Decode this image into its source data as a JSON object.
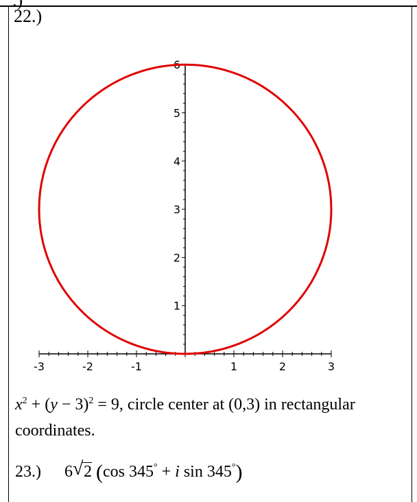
{
  "header_fragment": ".)",
  "problem22": {
    "label": "22.)",
    "caption_pre": "x",
    "caption_exp1": "2",
    "caption_mid": " + (",
    "caption_y": "y",
    "caption_mid2": " − 3)",
    "caption_exp2": "2",
    "caption_eq": " = 9",
    "caption_text": ", circle center at (0,3) in rectangular coordinates."
  },
  "problem23": {
    "label": "23.)",
    "coef": "6",
    "radicand": "2",
    "open_paren": "(",
    "cos_text": "cos 345",
    "plus": " + ",
    "i": "i",
    "sin_text": " sin 345",
    "degree": "°",
    "close_paren": ")"
  },
  "chart_data": {
    "type": "line",
    "title": "",
    "xlabel": "",
    "ylabel": "",
    "xlim": [
      -3,
      3
    ],
    "ylim": [
      0,
      6
    ],
    "x_ticks": [
      "-3",
      "-2",
      "-1",
      "1",
      "2",
      "3"
    ],
    "y_ticks": [
      "1",
      "2",
      "3",
      "4",
      "5",
      "6"
    ],
    "series": [
      {
        "equation": "x^2 + (y-3)^2 = 9",
        "center": [
          0,
          3
        ],
        "radius": 3,
        "color": "#e00000"
      }
    ],
    "axis_color": "#000000",
    "grid": false
  }
}
